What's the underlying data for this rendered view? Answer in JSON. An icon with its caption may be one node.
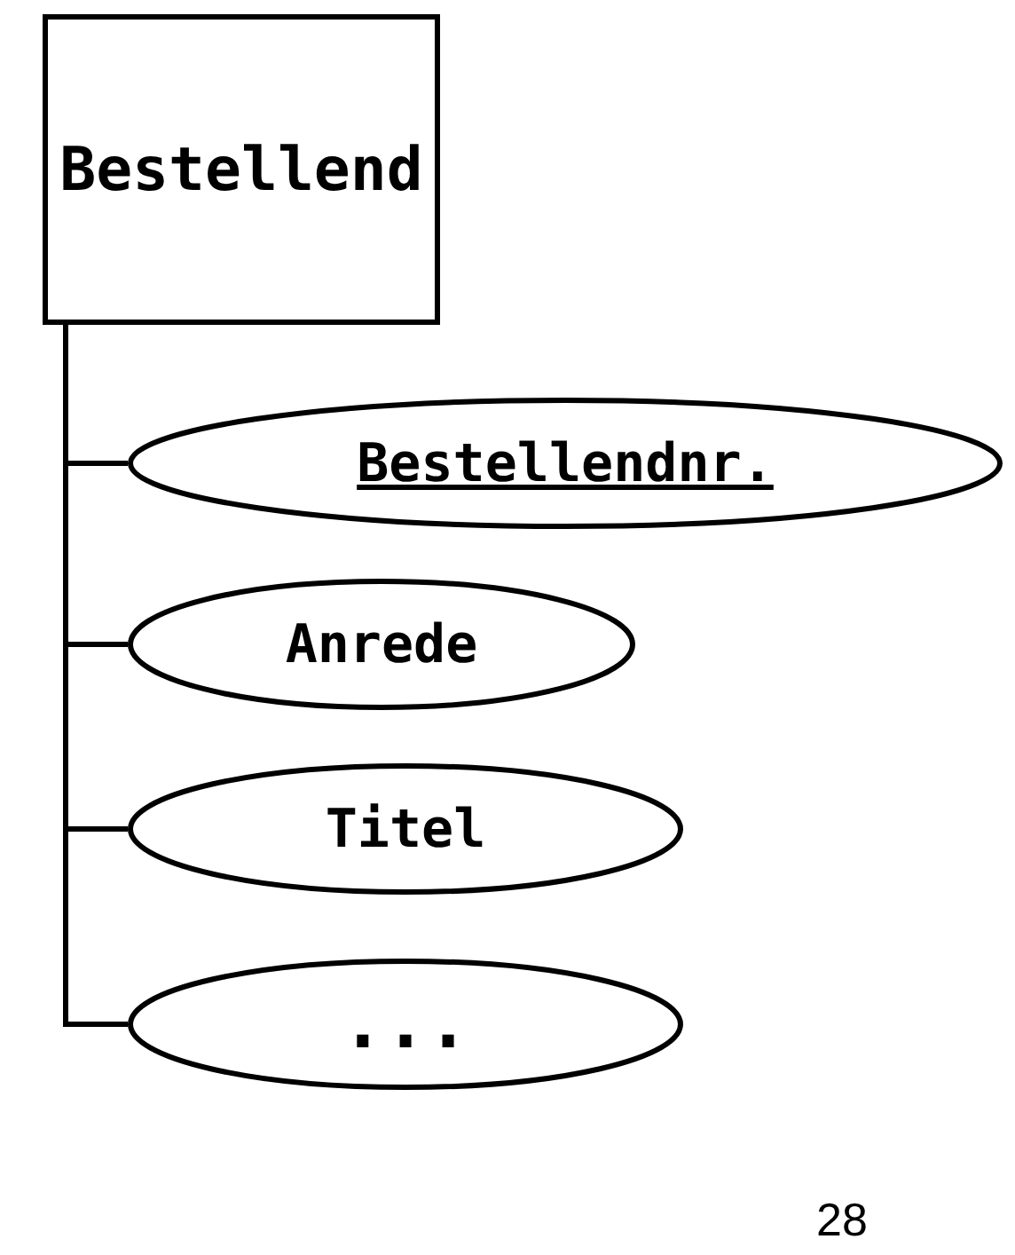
{
  "diagram": {
    "nodes": [
      {
        "text": [
          "Bestellend"
        ]
      },
      {
        "text": [
          "Bestellendnr."
        ]
      },
      {
        "text": [
          "Anrede"
        ]
      },
      {
        "text": [
          "Titel"
        ]
      },
      {
        "text": [
          "..."
        ]
      }
    ],
    "edges": [
      {
        "from": 0,
        "to": 1,
        "arrow": "none"
      },
      {
        "from": 0,
        "to": 2,
        "arrow": "none"
      },
      {
        "from": 0,
        "to": 3,
        "arrow": "none"
      },
      {
        "from": 0,
        "to": 4,
        "arrow": "none"
      }
    ],
    "labels": [
      "28"
    ]
  }
}
